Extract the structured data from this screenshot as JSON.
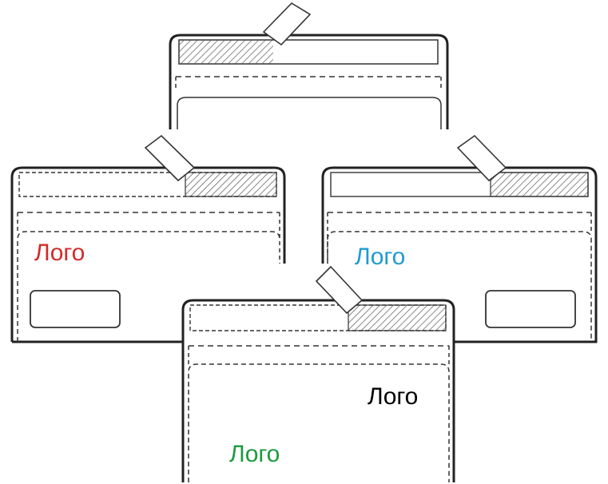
{
  "envelopes": {
    "top": {
      "logo": ""
    },
    "left": {
      "logo": "Лого",
      "logo_color": "#d32a2a"
    },
    "right": {
      "logo": "Лого",
      "logo_color": "#1f9ad6"
    },
    "bottom": {
      "logo": "Лого",
      "logo_color": "#000000"
    },
    "bottom_extra": {
      "logo": "Лого",
      "logo_color": "#1c9a3e"
    }
  }
}
